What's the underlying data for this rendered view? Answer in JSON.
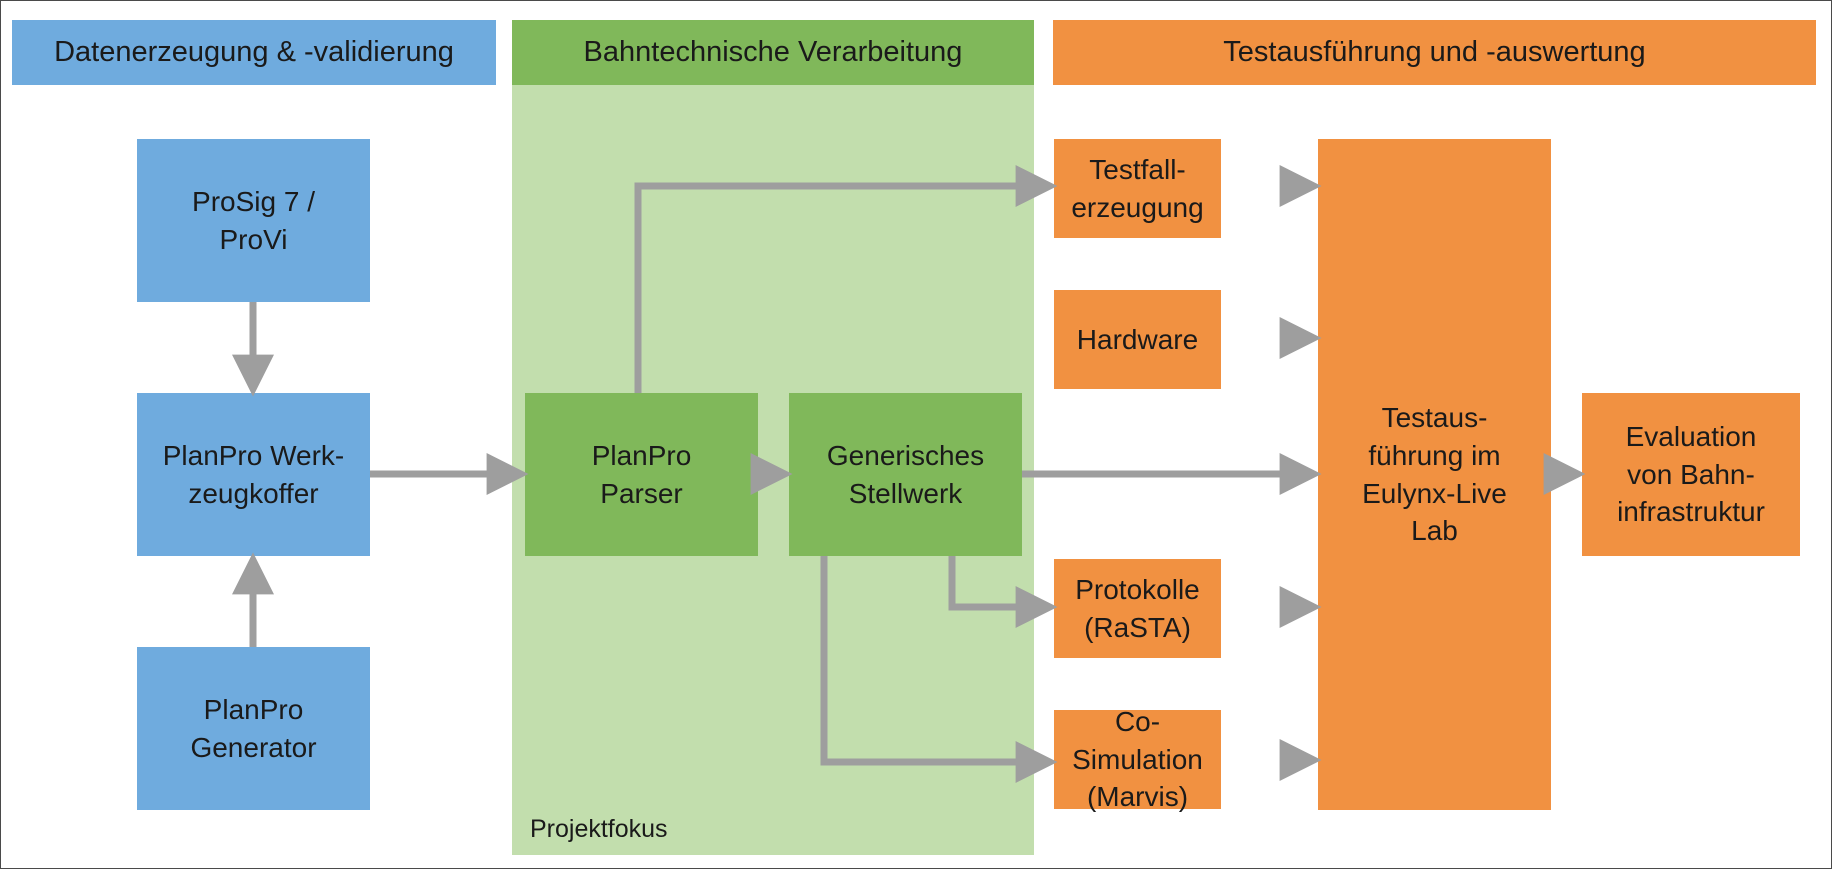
{
  "colors": {
    "blue": "#6fabde",
    "green": "#80b85a",
    "light_green": "#c2dead",
    "orange": "#f19141",
    "arrow": "#9e9e9e"
  },
  "headers": {
    "data": "Datenerzeugung & -validierung",
    "processing": "Bahntechnische Verarbeitung",
    "testing": "Testausführung und -auswertung"
  },
  "nodes": {
    "prosig": "ProSig 7 /\nProVi",
    "werkzeugkoffer": "PlanPro Werk-\nzeugkoffer",
    "generator": "PlanPro\nGenerator",
    "parser": "PlanPro\nParser",
    "stellwerk": "Generisches\nStellwerk",
    "testfall": "Testfall-\nerzeugung",
    "hardware": "Hardware",
    "protokolle": "Protokolle\n(RaSTA)",
    "cosim": "Co-Simulation\n(Marvis)",
    "testausfuehrung": "Testaus-\nführung im\nEulynx-Live\nLab",
    "evaluation": "Evaluation\nvon Bahn-\ninfrastruktur"
  },
  "focus_label": "Projektfokus"
}
